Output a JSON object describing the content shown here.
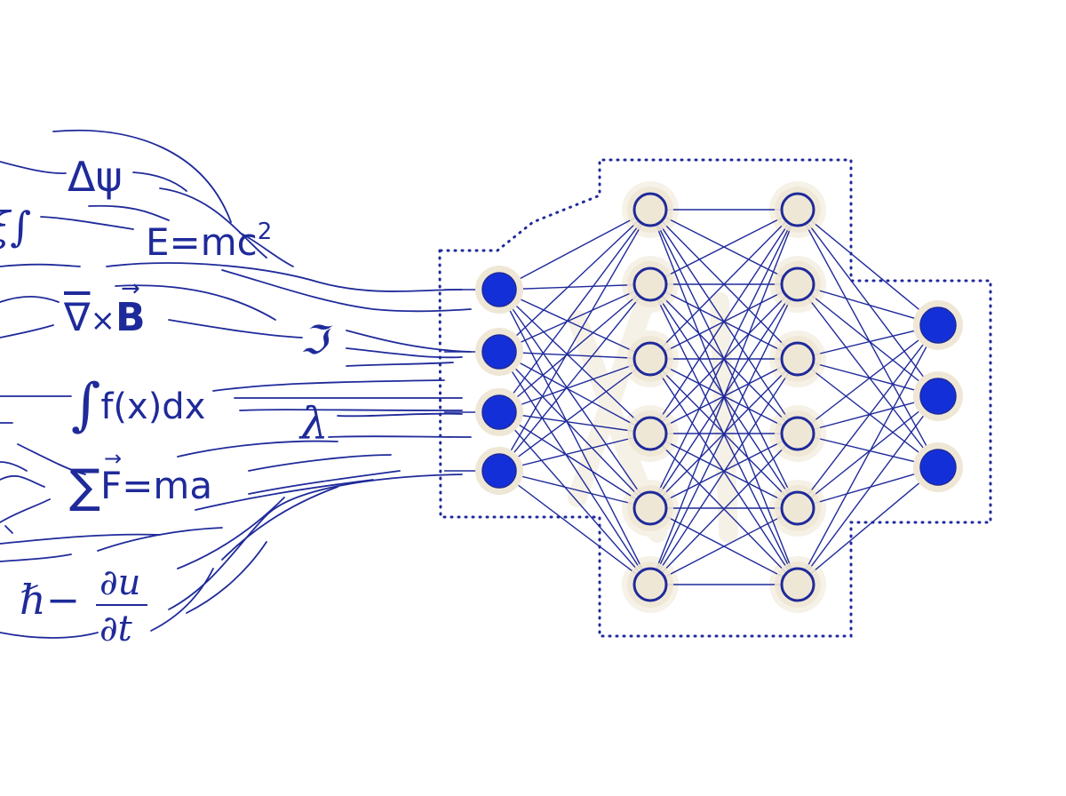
{
  "equations": {
    "laplacian": "Δψ",
    "energy_base": "E=mc",
    "energy_exp": "2",
    "curl_nabla": "∇",
    "curl_times": "×",
    "curl_b": "B",
    "curl_arrow": "→",
    "integral": "∫",
    "integral_body": "f(x)dx",
    "sum": "∑",
    "force_f": "F",
    "force_arrow": "→",
    "force_rest": "=ma",
    "hbar_part": "ℏ−",
    "partial_num": "∂u",
    "partial_den": "∂t",
    "curly_partial": "∫",
    "lambda": "λ",
    "glyph": "ℑ",
    "left_cut_glyph": "ξ"
  },
  "network": {
    "layers": [
      4,
      6,
      6,
      3
    ],
    "input_node_color": "#1330d8",
    "output_node_color": "#1330d8",
    "hidden_node_fill": "#efe7d5",
    "halo_color": "#efe7d5",
    "edge_color": "#1f2a9a",
    "boundary_style": "dotted"
  },
  "colors": {
    "ink": "#1f2a9a",
    "node_blue": "#1330d8",
    "beige": "#efe7d5",
    "background": "#ffffff"
  }
}
